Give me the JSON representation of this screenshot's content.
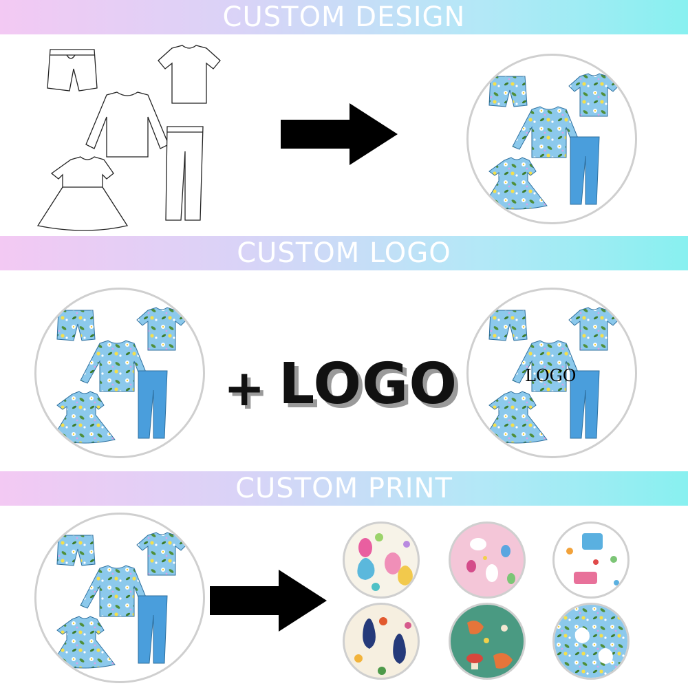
{
  "sections": {
    "design": {
      "title": "CUSTOM DESIGN"
    },
    "logo": {
      "title": "CUSTOM LOGO",
      "plus": "+",
      "logo_word": "LOGO",
      "logo_on_garment": "LOGO"
    },
    "print": {
      "title": "CUSTOM PRINT"
    }
  },
  "icons": {
    "arrow": "right-arrow-icon",
    "garment_set": "pajama-set-illustration"
  },
  "colors": {
    "banner_start": "#f3c9f3",
    "banner_end": "#88f0f0",
    "fabric_blue": "#8cc9ec",
    "pants_blue": "#4a9edc",
    "ring_gray": "#cfcfcf"
  },
  "print_swatches": [
    {
      "name": "easter-eggs-bunnies-white"
    },
    {
      "name": "pink-bunnies-eggs"
    },
    {
      "name": "happy-easter-text"
    },
    {
      "name": "folk-bunnies-flowers"
    },
    {
      "name": "green-fox-mushrooms"
    },
    {
      "name": "blue-floral-bunnies"
    }
  ]
}
